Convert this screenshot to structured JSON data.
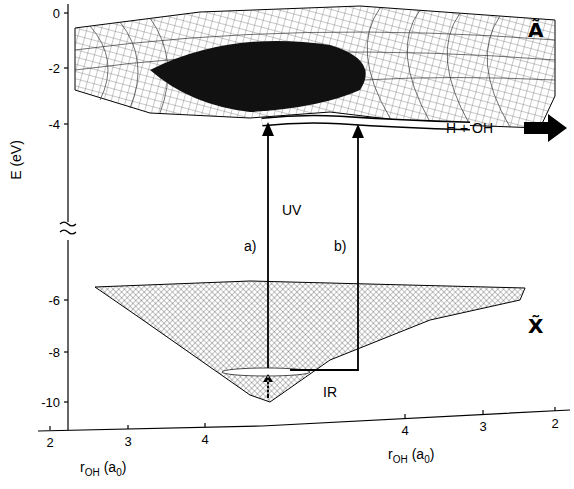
{
  "diagram": {
    "labels": [
      "Ã",
      "E (eV)",
      "0",
      "-2",
      "-4",
      "-6",
      "-8",
      "-10",
      "UV",
      "a)",
      "b)",
      "H + OH",
      "X̃",
      "IR",
      "2",
      "3",
      "4",
      "r",
      "OH",
      "(a",
      "0",
      ")",
      "4",
      "3",
      "2",
      "r",
      "OH",
      "(a",
      "0",
      ")"
    ]
  }
}
